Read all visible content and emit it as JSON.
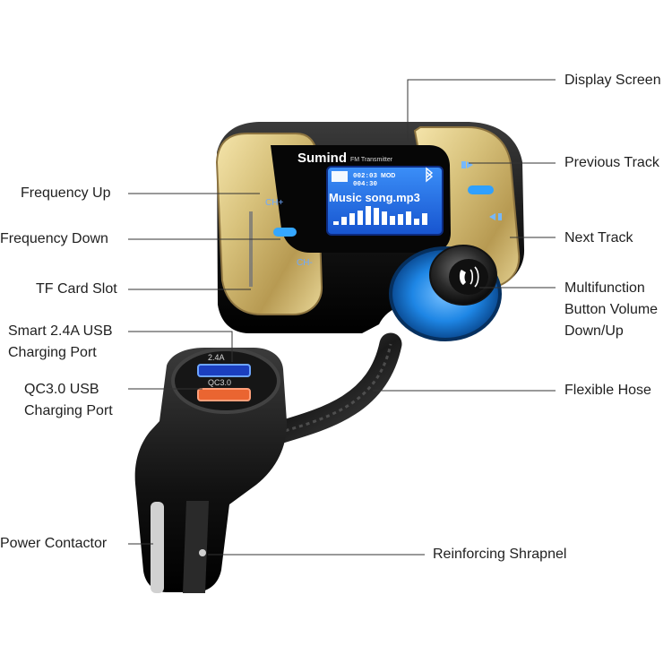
{
  "device": {
    "brand_name": "Sumind",
    "product_type": "FM Transmitter",
    "screen": {
      "time_1": "002:03",
      "time_2": "004:30",
      "mode": "MOD",
      "song_text": "Music song.mp3"
    },
    "ports": {
      "usb_top_label": "2.4A",
      "usb_bottom_label": "QC3.0"
    },
    "buttons": {
      "ch_plus": "CH+",
      "ch_minus": "CH-"
    }
  },
  "callouts": {
    "display_screen": "Display Screen",
    "previous_track": "Previous Track",
    "next_track": "Next Track",
    "multifunction_button": {
      "line1": "Multifunction",
      "line2": "Button Volume",
      "line3": "Down/Up"
    },
    "flexible_hose": "Flexible Hose",
    "reinforcing_shrapnel": "Reinforcing Shrapnel",
    "frequency_up": "Frequency Up",
    "frequency_down": "Frequency Down",
    "tf_card_slot": "TF Card Slot",
    "smart_usb_port": {
      "line1": "Smart 2.4A USB",
      "line2": "Charging Port"
    },
    "qc_usb_port": {
      "line1": "QC3.0 USB",
      "line2": "Charging Port"
    },
    "power_contactor": "Power Contactor"
  },
  "colors": {
    "gold": "#d8c27c",
    "dark_gold": "#9c8241",
    "screen_blue": "#2d6fe8",
    "screen_text": "#ffffff",
    "button_blue": "#1e90ff",
    "knob_blue": "#0f79d8",
    "body_black": "#111111"
  }
}
